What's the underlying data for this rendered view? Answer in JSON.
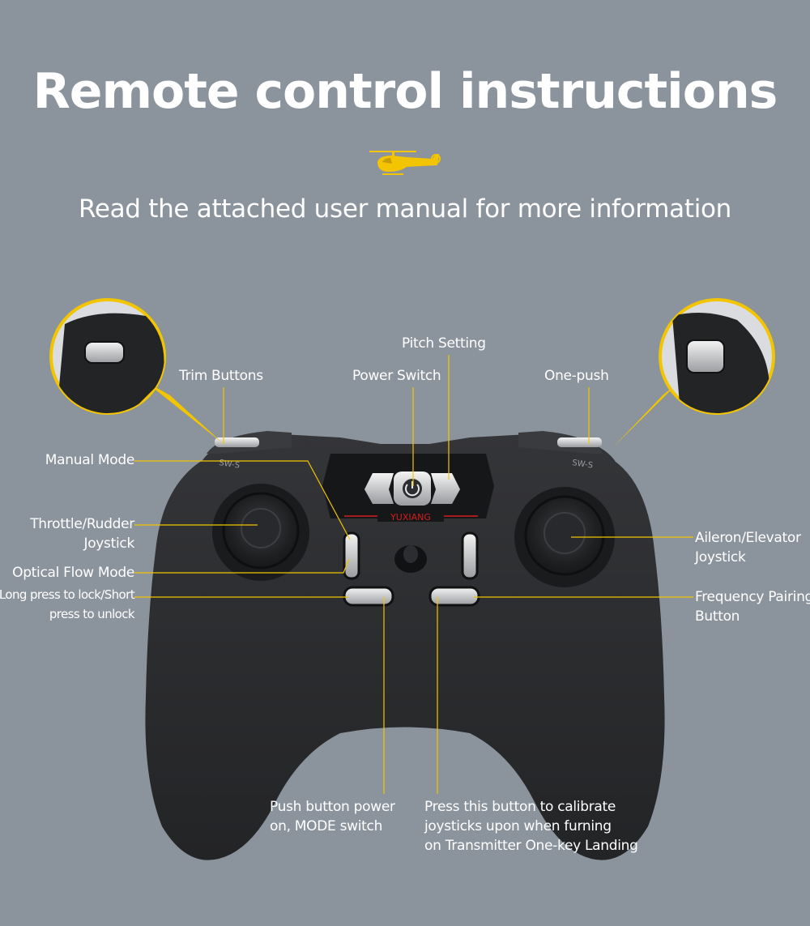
{
  "title": "Remote control instructions",
  "subtitle": "Read the attached user manual for more information",
  "icons": {
    "helicopter": "helicopter-icon",
    "power": "power-icon"
  },
  "colors": {
    "background": "#8b939c",
    "accent": "#f2c500",
    "controller": "#2a2b2d",
    "brand_line": "#d61e1e"
  },
  "controller": {
    "brand": "YUXIANG",
    "left_switch": "SW-S",
    "right_switch": "SW-S"
  },
  "labels": {
    "pitch_setting": "Pitch Setting",
    "trim_buttons": "Trim Buttons",
    "power_switch": "Power Switch",
    "one_push": "One-push",
    "manual_mode": "Manual Mode",
    "throttle_rudder": [
      "Throttle/Rudder",
      "Joystick"
    ],
    "aileron_elevator": [
      "Aileron/Elevator",
      "Joystick"
    ],
    "optical_flow_mode": "Optical Flow Mode",
    "lock_unlock": [
      "Long press to lock/Short",
      "press to unlock"
    ],
    "frequency_pairing": [
      "Frequency Pairing",
      "Button"
    ],
    "push_button_power": [
      "Push button power",
      "on, MODE switch"
    ],
    "calibrate": [
      "Press this button to calibrate",
      "joysticks upon when furning",
      "on Transmitter One-key Landing"
    ]
  }
}
